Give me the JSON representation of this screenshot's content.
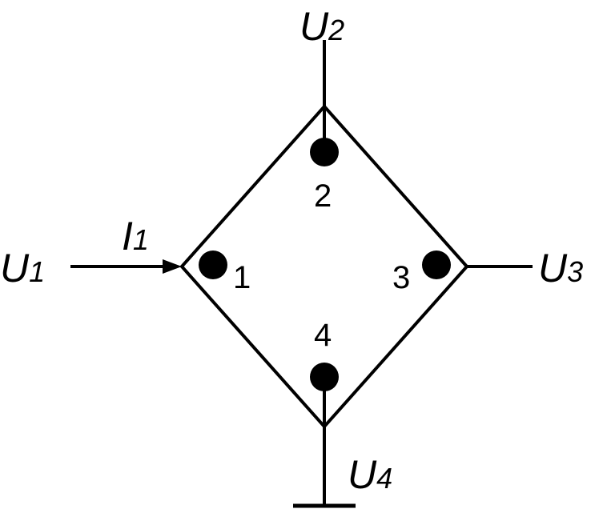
{
  "voltages": [
    {
      "letter": "U",
      "index": "1"
    },
    {
      "letter": "U",
      "index": "2"
    },
    {
      "letter": "U",
      "index": "3"
    },
    {
      "letter": "U",
      "index": "4"
    }
  ],
  "current": {
    "letter": "I",
    "index": "1"
  },
  "nodes": [
    {
      "label": "1"
    },
    {
      "label": "2"
    },
    {
      "label": "3"
    },
    {
      "label": "4"
    }
  ],
  "colors": {
    "line": "#000000",
    "background": "#ffffff"
  }
}
